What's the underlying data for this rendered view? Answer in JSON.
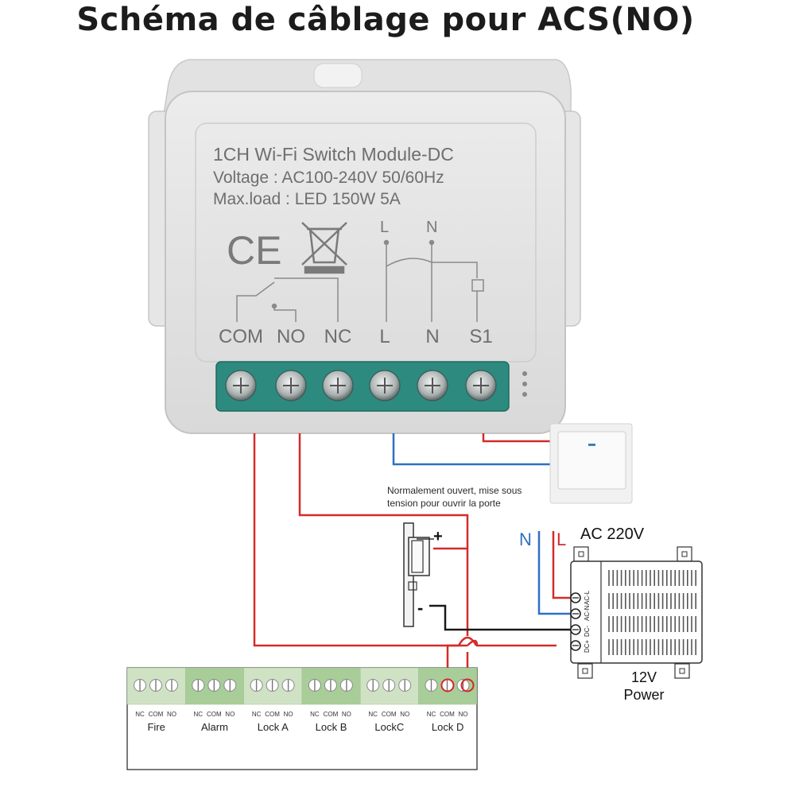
{
  "title": "Schéma de câblage pour ACS(NO)",
  "module": {
    "line1": "1CH Wi-Fi Switch Module-DC",
    "line2": "Voltage : AC100-240V 50/60Hz",
    "line3": "Max.load : LED 150W 5A",
    "ce_mark": "CE",
    "schematic_L": "L",
    "schematic_N": "N",
    "terminals": [
      "COM",
      "NO",
      "NC",
      "L",
      "N",
      "S1"
    ]
  },
  "switch_note_line1": "Normalement ouvert, mise sous",
  "switch_note_line2": "tension pour ouvrir la porte",
  "lock": {
    "plus": "+",
    "minus": "-"
  },
  "power_supply": {
    "ac_label": "AC 220V",
    "n_label": "N",
    "l_label": "L",
    "terminals": [
      "AC-L",
      "AC-N",
      "DC-",
      "DC+"
    ],
    "label_line1": "12V",
    "label_line2": "Power"
  },
  "controller": {
    "pin_labels": [
      "NC",
      "COM",
      "NO"
    ],
    "groups": [
      "Fire",
      "Alarm",
      "Lock A",
      "Lock B",
      "LockC",
      "Lock D"
    ]
  },
  "colors": {
    "wire_red": "#d42b2b",
    "wire_blue": "#2f6fc4",
    "wire_black": "#1a1a1a",
    "terminal_green": "#2d8a7e",
    "board_green_light": "#cfe3c4",
    "board_green_dark": "#a9cd99"
  }
}
